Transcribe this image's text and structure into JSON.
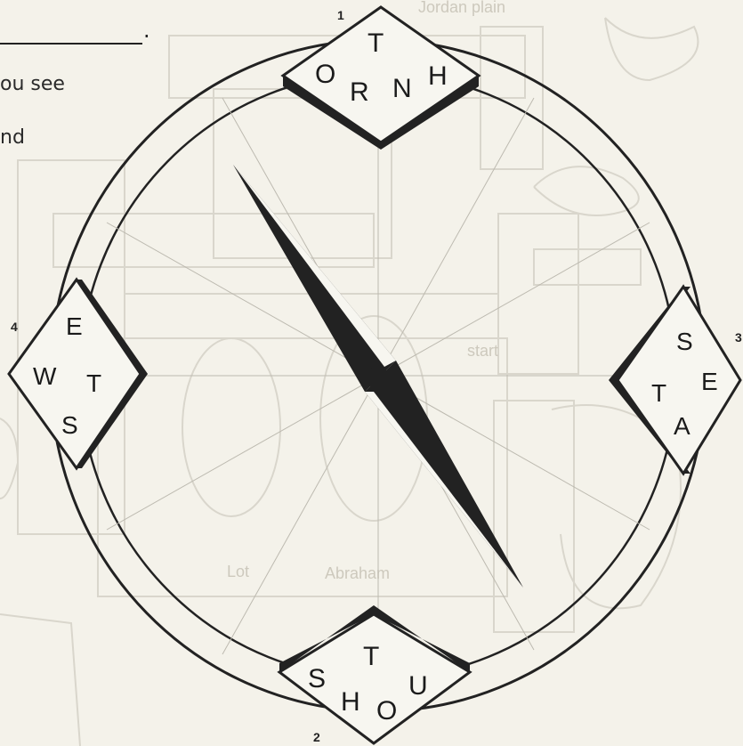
{
  "worksheet": {
    "fragment_line1": "ou see",
    "fragment_line2": "nd",
    "trailing_period": "."
  },
  "compass": {
    "points": [
      {
        "number": "1",
        "letters": [
          "T",
          "O",
          "R",
          "N",
          "H"
        ]
      },
      {
        "number": "2",
        "letters": [
          "T",
          "S",
          "H",
          "O",
          "U"
        ]
      },
      {
        "number": "3",
        "letters": [
          "S",
          "T",
          "E",
          "A"
        ]
      },
      {
        "number": "4",
        "letters": [
          "E",
          "W",
          "T",
          "S"
        ]
      }
    ]
  },
  "background_labels": [
    "start",
    "Abraham",
    "Lot",
    "Jordan plain"
  ],
  "colors": {
    "paper": "#f4f2ea",
    "ink": "#222222",
    "faded_background": "#d9d6cc"
  }
}
